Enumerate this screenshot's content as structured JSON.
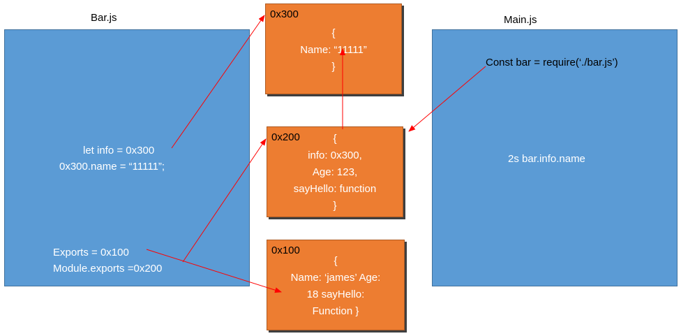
{
  "bar_title": "Bar.js",
  "main_title": "Main.js",
  "bar_panel": {
    "line1": "let info = 0x300",
    "line2": "0x300.name = “11111”;",
    "line3": "Exports = 0x100",
    "line4": "Module.exports =0x200"
  },
  "main_panel": {
    "require_text": "Const bar = require(‘./bar.js’)",
    "access_text": "2s bar.info.name"
  },
  "mem300": {
    "addr": "0x300",
    "lines": [
      "{",
      "Name: “11111”",
      "}"
    ]
  },
  "mem200": {
    "addr": "0x200",
    "lines": [
      "{",
      "info: 0x300,",
      "Age: 123,",
      "sayHello: function",
      "}"
    ]
  },
  "mem100": {
    "addr": "0x100",
    "lines": [
      "{",
      "Name: ‘james’ Age:",
      "18 sayHello:",
      "Function }"
    ]
  },
  "colors": {
    "panel": "#5b9bd5",
    "memory_box": "#ed7d31",
    "arrow": "#ff0000"
  }
}
